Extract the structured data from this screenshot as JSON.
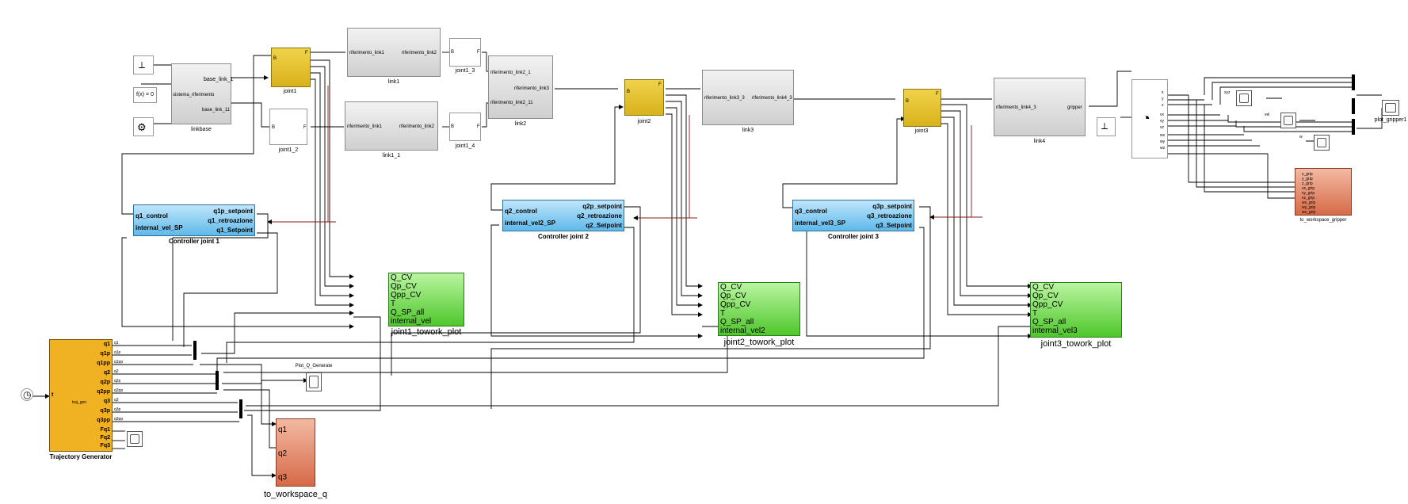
{
  "blocks": {
    "linkbase": {
      "name": "linkbase",
      "ports": {
        "base_link_1": "base_link_1",
        "sistema": "sistema_riferimento",
        "base_link_11": "base_link_11"
      }
    },
    "fx": {
      "label": "f(x) = 0"
    },
    "joint1": {
      "name": "joint1",
      "B": "B",
      "F": "F"
    },
    "joint1_2": {
      "name": "joint1_2",
      "B": "B",
      "F": "F"
    },
    "link1": {
      "name": "link1",
      "left": "riferimento_link1",
      "right": "riferimento_link2"
    },
    "link1_1": {
      "name": "link1_1",
      "left": "riferimento_link1",
      "right": "riferimento_link2"
    },
    "joint1_3": {
      "name": "joint1_3",
      "B": "B",
      "F": "F"
    },
    "joint1_4": {
      "name": "joint1_4",
      "B": "B",
      "F": "F"
    },
    "link2": {
      "name": "link2",
      "p1": "riferimento_link2_1",
      "p2": "riferimento_link3",
      "p3": "riferimento_link2_11"
    },
    "joint2": {
      "name": "joint2",
      "B": "B",
      "F": "F"
    },
    "link3": {
      "name": "link3",
      "left": "riferimento_link3_3",
      "right": "riferimento_link4_3"
    },
    "joint3": {
      "name": "joint3",
      "B": "B",
      "F": "F"
    },
    "link4": {
      "name": "link4",
      "left": "riferimento_link4_3",
      "right": "gripper"
    },
    "ctrl1": {
      "name": "Controller joint 1",
      "in1": "q1_control",
      "in2": "internal_vel_SP",
      "out1": "q1p_setpoint",
      "out2": "q1_retroazione",
      "out3": "q1_Setpoint"
    },
    "ctrl2": {
      "name": "Controller joint 2",
      "in1": "q2_control",
      "in2": "internal_vel2_SP",
      "out1": "q2p_setpoint",
      "out2": "q2_retroazione",
      "out3": "q2_Setpoint"
    },
    "ctrl3": {
      "name": "Controller joint 3",
      "in1": "q3_control",
      "in2": "internal_vel3_SP",
      "out1": "q3p_setpoint",
      "out2": "q3_retroazione",
      "out3": "q3_Setpoint"
    },
    "plot1": {
      "name": "joint1_towork_plot",
      "ports": [
        "Q_CV",
        "Qp_CV",
        "Qpp_CV",
        "T",
        "Q_SP_all",
        "internal_vel"
      ]
    },
    "plot2": {
      "name": "joint2_towork_plot",
      "ports": [
        "Q_CV",
        "Qp_CV",
        "Qpp_CV",
        "T",
        "Q_SP_all",
        "internal_vel2"
      ]
    },
    "plot3": {
      "name": "joint3_towork_plot",
      "ports": [
        "Q_CV",
        "Qp_CV",
        "Qpp_CV",
        "T",
        "Q_SP_all",
        "internal_vel3"
      ]
    },
    "traj": {
      "name": "Trajectory Generator",
      "inport": "t",
      "center": "traj_gen",
      "outs": [
        "q1",
        "q1p",
        "q1pp",
        "q2",
        "q2p",
        "q2pp",
        "q3",
        "q3p",
        "q3pp",
        "Fq1",
        "Fq2",
        "Fq3"
      ]
    },
    "plotq": {
      "name": "Plot_Q_Generate"
    },
    "towq": {
      "name": "to_workspace_q",
      "ports": [
        "q1",
        "q2",
        "q3"
      ]
    },
    "plotgr": {
      "name": "plot_gripper1"
    },
    "towg": {
      "name": "to_workspace_gripper",
      "rows": [
        "x_grip",
        "y_grip",
        "z_grip",
        "vx_grip",
        "vy_grip",
        "vz_grip",
        "wx_grip",
        "wy_grip",
        "wz_grip"
      ]
    },
    "sensor": {
      "outs": [
        "x",
        "y",
        "z",
        "vx",
        "vy",
        "vz",
        "wx",
        "wy",
        "wz"
      ]
    },
    "gripscopes": {
      "xyz": "xyz",
      "vel": "vel",
      "w": "w"
    }
  },
  "signals": {
    "trajOut": [
      "q1",
      "q1p",
      "q1pp",
      "q2",
      "q2p",
      "q2pp",
      "q3",
      "q3p",
      "q3pp"
    ]
  },
  "colors": {
    "joint": "#e2c02e",
    "controller": "#6cc0ec",
    "plot": "#5bd03a",
    "workspace": "#d97654",
    "traj": "#f0b123",
    "feedback": "#8b1a1a"
  }
}
